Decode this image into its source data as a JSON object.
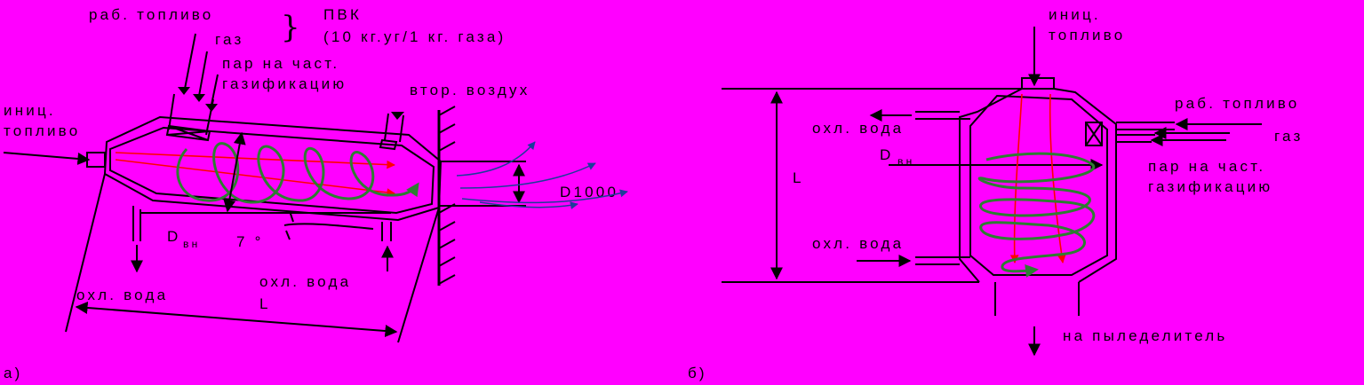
{
  "colors": {
    "background": "#FF00FF",
    "line": "#000000",
    "flow_red": "#FF0000",
    "swirl_green": "#2E7D32",
    "gas_blue": "#1E3C9A"
  },
  "panel_a": {
    "caption": "а)",
    "rab_toplivo": "раб. топливо",
    "gaz": "газ",
    "brace": "}",
    "pvk": "ПВК",
    "pvk_note": "(10 кг.уг/1 кг. газа)",
    "par_line1": "пар на част.",
    "par_line2": "газификацию",
    "vtor_vozduh": "втор. воздух",
    "inic_line1": "иниц.",
    "inic_line2": "топливо",
    "d1000": "D1000",
    "d_main": "D",
    "d_sub": "вн",
    "angle": "7 °",
    "ohl_voda_left": "охл. вода",
    "ohl_voda_right": "охл. вода",
    "length": "L"
  },
  "panel_b": {
    "caption": "б)",
    "inic_line1": "иниц.",
    "inic_line2": "топливо",
    "ohl_voda_top": "охл. вода",
    "d_main": "D",
    "d_sub": "вн",
    "length": "L",
    "ohl_voda_bottom": "охл. вода",
    "rab_toplivo": "раб. топливо",
    "gaz": "газ",
    "par_line1": "пар на част.",
    "par_line2": "газификацию",
    "outlet": "на пыледелитель"
  }
}
